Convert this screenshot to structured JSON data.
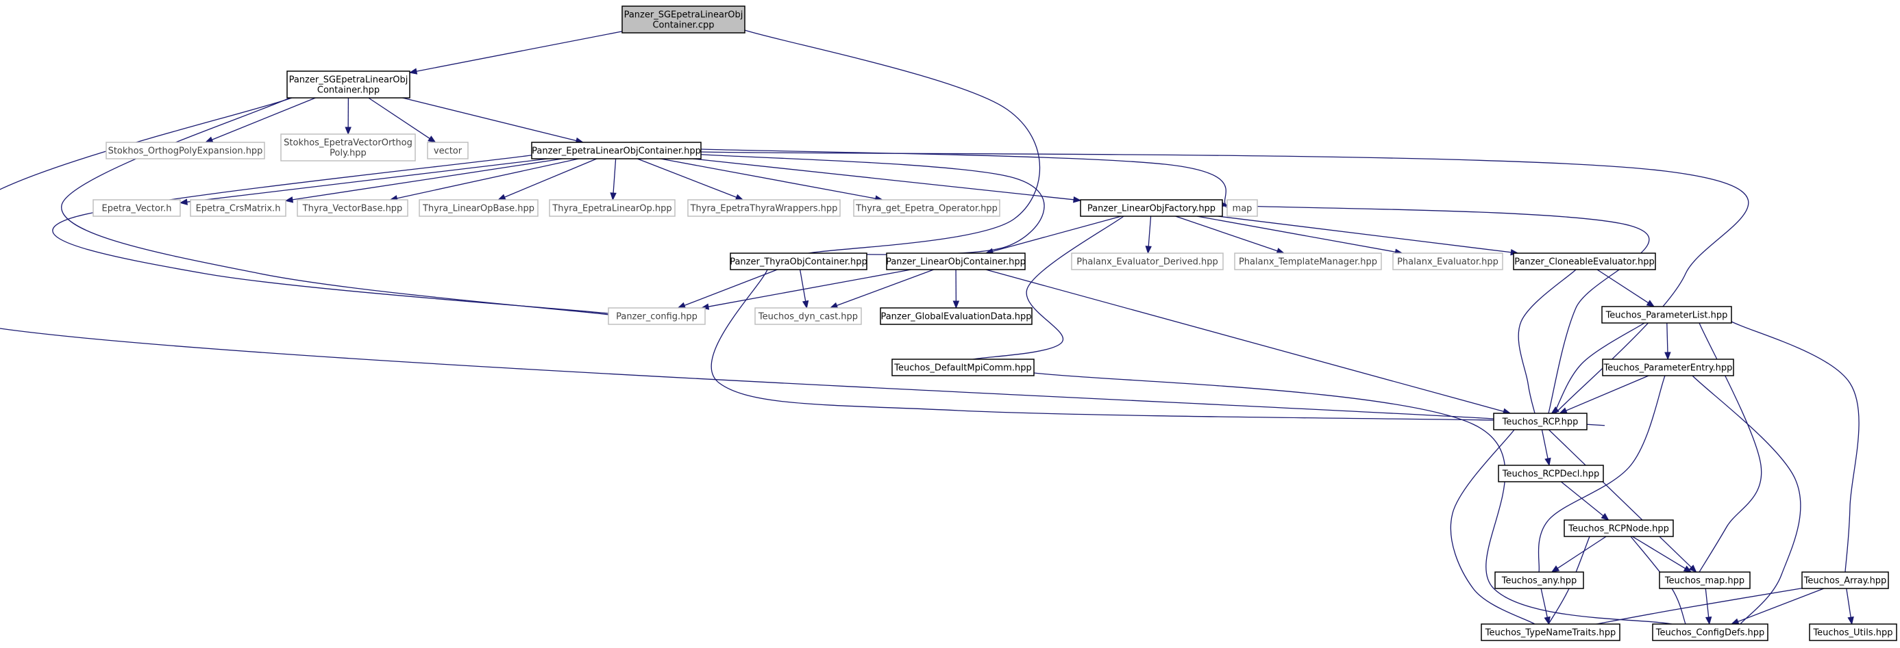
{
  "colors": {
    "edge": "#191970",
    "root_fill": "#bfbfbf",
    "node_border": "#000000",
    "external_border": "#bfbfbf",
    "external_text": "#404040",
    "text": "#000000"
  },
  "nodes": [
    {
      "id": "root",
      "kind": "root",
      "lines": [
        "Panzer_SGEpetraLinearObj",
        "Container.cpp"
      ]
    },
    {
      "id": "sgcontainer_hpp",
      "kind": "normal",
      "lines": [
        "Panzer_SGEpetraLinearObj",
        "Container.hpp"
      ]
    },
    {
      "id": "stokhos_orthopoly",
      "kind": "external",
      "lines": [
        "Stokhos_OrthogPolyExpansion.hpp"
      ]
    },
    {
      "id": "stokhos_epetravec",
      "kind": "external",
      "lines": [
        "Stokhos_EpetraVectorOrthog",
        "Poly.hpp"
      ]
    },
    {
      "id": "vector",
      "kind": "external",
      "lines": [
        "vector"
      ]
    },
    {
      "id": "epetra_loc",
      "kind": "normal",
      "lines": [
        "Panzer_EpetraLinearObjContainer.hpp"
      ]
    },
    {
      "id": "epetra_vector",
      "kind": "external",
      "lines": [
        "Epetra_Vector.h"
      ]
    },
    {
      "id": "epetra_crs",
      "kind": "external",
      "lines": [
        "Epetra_CrsMatrix.h"
      ]
    },
    {
      "id": "thyra_vb",
      "kind": "external",
      "lines": [
        "Thyra_VectorBase.hpp"
      ]
    },
    {
      "id": "thyra_lob",
      "kind": "external",
      "lines": [
        "Thyra_LinearOpBase.hpp"
      ]
    },
    {
      "id": "thyra_elo",
      "kind": "external",
      "lines": [
        "Thyra_EpetraLinearOp.hpp"
      ]
    },
    {
      "id": "thyra_etw",
      "kind": "external",
      "lines": [
        "Thyra_EpetraThyraWrappers.hpp"
      ]
    },
    {
      "id": "thyra_geo",
      "kind": "external",
      "lines": [
        "Thyra_get_Epetra_Operator.hpp"
      ]
    },
    {
      "id": "lof",
      "kind": "normal",
      "lines": [
        "Panzer_LinearObjFactory.hpp"
      ]
    },
    {
      "id": "map",
      "kind": "external",
      "lines": [
        "map"
      ]
    },
    {
      "id": "thyra_oc",
      "kind": "normal",
      "lines": [
        "Panzer_ThyraObjContainer.hpp"
      ]
    },
    {
      "id": "loc",
      "kind": "normal",
      "lines": [
        "Panzer_LinearObjContainer.hpp"
      ]
    },
    {
      "id": "phx_ed",
      "kind": "external",
      "lines": [
        "Phalanx_Evaluator_Derived.hpp"
      ]
    },
    {
      "id": "phx_tm",
      "kind": "external",
      "lines": [
        "Phalanx_TemplateManager.hpp"
      ]
    },
    {
      "id": "phx_ev",
      "kind": "external",
      "lines": [
        "Phalanx_Evaluator.hpp"
      ]
    },
    {
      "id": "cloneable",
      "kind": "normal",
      "lines": [
        "Panzer_CloneableEvaluator.hpp"
      ]
    },
    {
      "id": "panzer_config",
      "kind": "external",
      "lines": [
        "Panzer_config.hpp"
      ]
    },
    {
      "id": "dyn_cast",
      "kind": "external",
      "lines": [
        "Teuchos_dyn_cast.hpp"
      ]
    },
    {
      "id": "global_eval",
      "kind": "normal",
      "lines": [
        "Panzer_GlobalEvaluationData.hpp"
      ]
    },
    {
      "id": "param_list",
      "kind": "normal",
      "lines": [
        "Teuchos_ParameterList.hpp"
      ]
    },
    {
      "id": "mpi_comm",
      "kind": "normal",
      "lines": [
        "Teuchos_DefaultMpiComm.hpp"
      ]
    },
    {
      "id": "param_entry",
      "kind": "normal",
      "lines": [
        "Teuchos_ParameterEntry.hpp"
      ]
    },
    {
      "id": "rcp",
      "kind": "normal",
      "lines": [
        "Teuchos_RCP.hpp"
      ]
    },
    {
      "id": "rcpdecl",
      "kind": "normal",
      "lines": [
        "Teuchos_RCPDecl.hpp"
      ]
    },
    {
      "id": "rcpnode",
      "kind": "normal",
      "lines": [
        "Teuchos_RCPNode.hpp"
      ]
    },
    {
      "id": "any",
      "kind": "normal",
      "lines": [
        "Teuchos_any.hpp"
      ]
    },
    {
      "id": "tmap",
      "kind": "normal",
      "lines": [
        "Teuchos_map.hpp"
      ]
    },
    {
      "id": "array",
      "kind": "normal",
      "lines": [
        "Teuchos_Array.hpp"
      ]
    },
    {
      "id": "typenametraits",
      "kind": "normal",
      "lines": [
        "Teuchos_TypeNameTraits.hpp"
      ]
    },
    {
      "id": "configdefs",
      "kind": "normal",
      "lines": [
        "Teuchos_ConfigDefs.hpp"
      ]
    },
    {
      "id": "utils",
      "kind": "normal",
      "lines": [
        "Teuchos_Utils.hpp"
      ]
    }
  ],
  "edges": [
    [
      "root",
      "sgcontainer_hpp"
    ],
    [
      "root",
      "thyra_oc"
    ],
    [
      "sgcontainer_hpp",
      "stokhos_orthopoly"
    ],
    [
      "sgcontainer_hpp",
      "stokhos_epetravec"
    ],
    [
      "sgcontainer_hpp",
      "vector"
    ],
    [
      "sgcontainer_hpp",
      "epetra_loc"
    ],
    [
      "sgcontainer_hpp",
      "panzer_config"
    ],
    [
      "sgcontainer_hpp",
      "rcp"
    ],
    [
      "epetra_loc",
      "epetra_vector"
    ],
    [
      "epetra_loc",
      "epetra_crs"
    ],
    [
      "epetra_loc",
      "thyra_vb"
    ],
    [
      "epetra_loc",
      "thyra_lob"
    ],
    [
      "epetra_loc",
      "thyra_elo"
    ],
    [
      "epetra_loc",
      "thyra_etw"
    ],
    [
      "epetra_loc",
      "thyra_geo"
    ],
    [
      "epetra_loc",
      "lof"
    ],
    [
      "epetra_loc",
      "map"
    ],
    [
      "epetra_loc",
      "thyra_oc"
    ],
    [
      "epetra_loc",
      "panzer_config"
    ],
    [
      "epetra_loc",
      "rcp"
    ],
    [
      "lof",
      "loc"
    ],
    [
      "lof",
      "mpi_comm"
    ],
    [
      "lof",
      "phx_ed"
    ],
    [
      "lof",
      "phx_tm"
    ],
    [
      "lof",
      "phx_ev"
    ],
    [
      "lof",
      "cloneable"
    ],
    [
      "lof",
      "rcp"
    ],
    [
      "thyra_oc",
      "panzer_config"
    ],
    [
      "thyra_oc",
      "dyn_cast"
    ],
    [
      "thyra_oc",
      "rcp"
    ],
    [
      "loc",
      "panzer_config"
    ],
    [
      "loc",
      "dyn_cast"
    ],
    [
      "loc",
      "global_eval"
    ],
    [
      "loc",
      "rcp"
    ],
    [
      "cloneable",
      "param_list"
    ],
    [
      "cloneable",
      "rcp"
    ],
    [
      "param_list",
      "param_entry"
    ],
    [
      "param_list",
      "rcp"
    ],
    [
      "param_list",
      "tmap"
    ],
    [
      "param_list",
      "array"
    ],
    [
      "mpi_comm",
      "configdefs"
    ],
    [
      "param_entry",
      "rcp"
    ],
    [
      "param_entry",
      "any"
    ],
    [
      "param_entry",
      "configdefs"
    ],
    [
      "rcp",
      "rcpdecl"
    ],
    [
      "rcp",
      "tmap"
    ],
    [
      "rcp",
      "typenametraits"
    ],
    [
      "rcpdecl",
      "rcpnode"
    ],
    [
      "rcpnode",
      "any"
    ],
    [
      "rcpnode",
      "tmap"
    ],
    [
      "rcpnode",
      "typenametraits"
    ],
    [
      "rcpnode",
      "configdefs"
    ],
    [
      "any",
      "typenametraits"
    ],
    [
      "tmap",
      "configdefs"
    ],
    [
      "array",
      "typenametraits"
    ],
    [
      "array",
      "configdefs"
    ],
    [
      "array",
      "utils"
    ]
  ]
}
